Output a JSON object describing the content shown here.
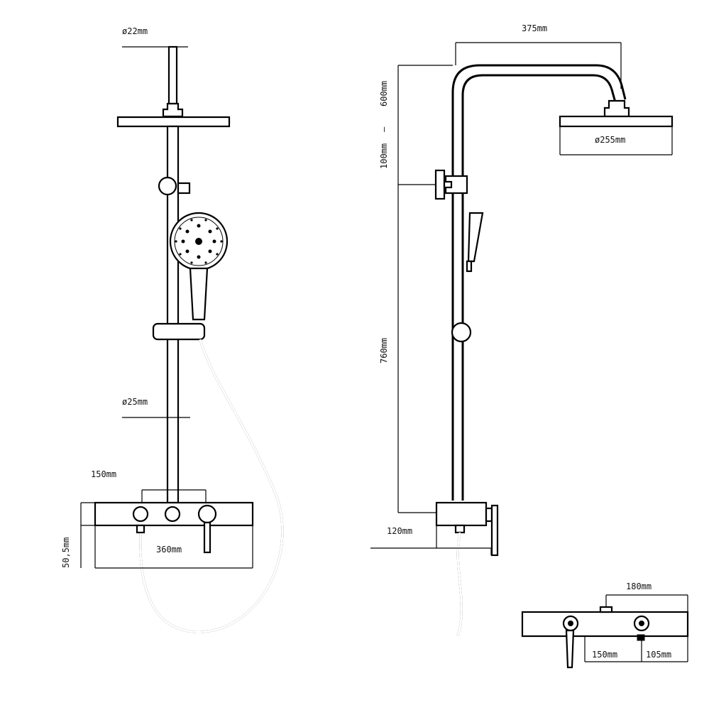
{
  "dimensions": {
    "arm_tube_diameter": "ø22mm",
    "riser_diameter": "ø25mm",
    "front_inlet_spacing": "150mm",
    "valve_body_height": "50,5mm",
    "valve_body_width": "360mm",
    "arm_reach": "375mm",
    "adjust_range": "600mm",
    "min_gap": "100mm",
    "riser_length": "760mm",
    "head_diameter": "ø255mm",
    "valve_depth": "120mm",
    "bottom_outlet_offset": "180mm",
    "bottom_inlet_spacing": "150mm",
    "bottom_edge_offset": "105mm",
    "range_separator": "—"
  }
}
